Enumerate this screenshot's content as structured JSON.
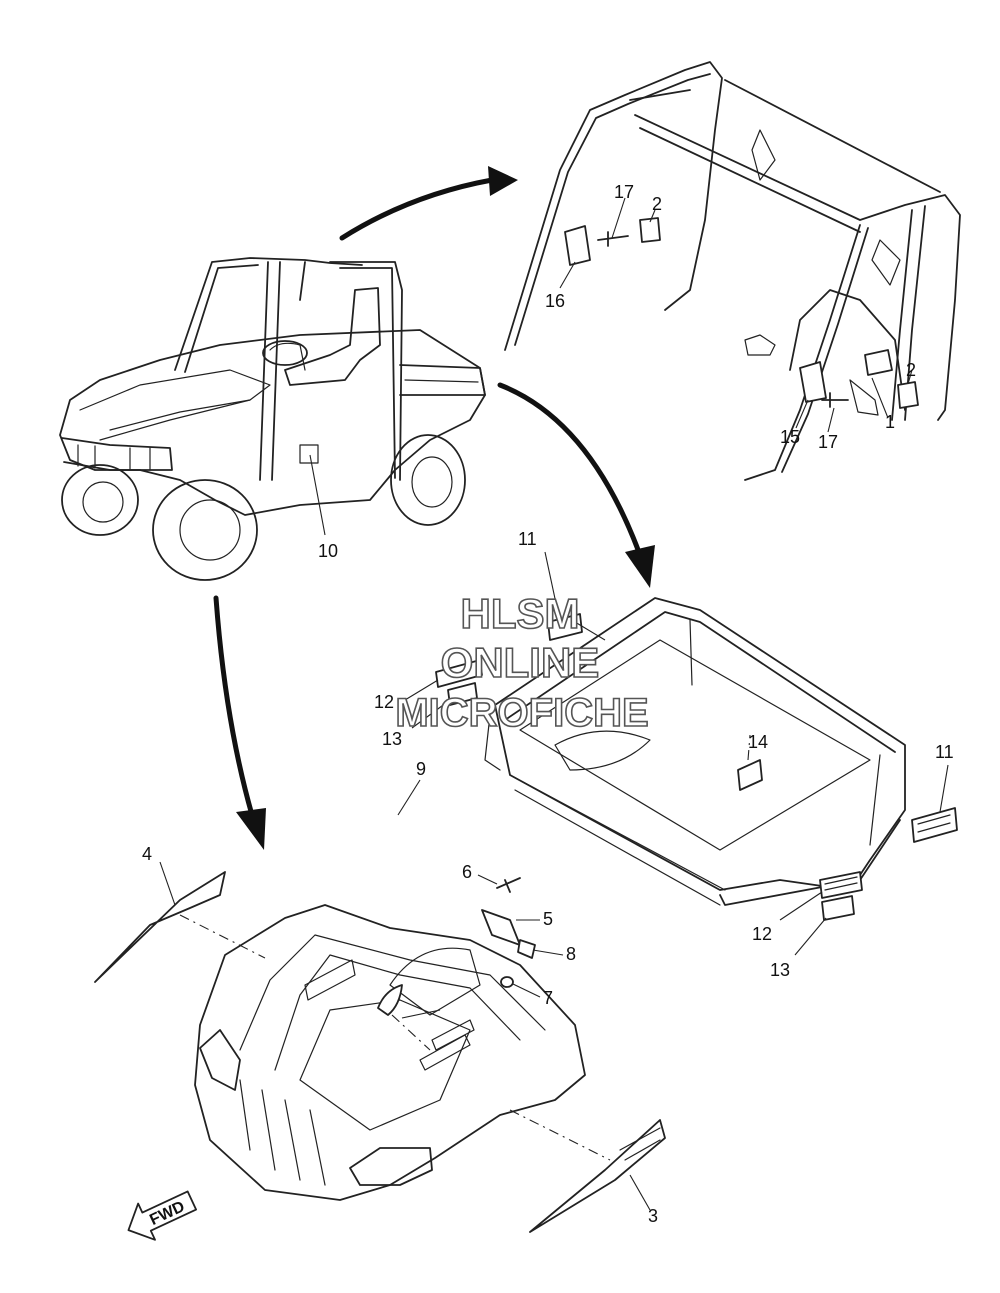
{
  "watermark": {
    "line1": "HLSM",
    "line2": "ONLINE",
    "line3": "MICROFICHE"
  },
  "direction_indicator": {
    "label": "FWD"
  },
  "callouts": {
    "c1": "1",
    "c2a": "2",
    "c2b": "2",
    "c3": "3",
    "c4": "4",
    "c5": "5",
    "c6": "6",
    "c7": "7",
    "c8": "8",
    "c9": "9",
    "c10": "10",
    "c11a": "11",
    "c11b": "11",
    "c12a": "12",
    "c12b": "12",
    "c13a": "13",
    "c13b": "13",
    "c14": "14",
    "c15": "15",
    "c16": "16",
    "c17a": "17",
    "c17b": "17"
  },
  "colors": {
    "line": "#222222",
    "background": "#ffffff",
    "watermark_outline": "#555555"
  }
}
